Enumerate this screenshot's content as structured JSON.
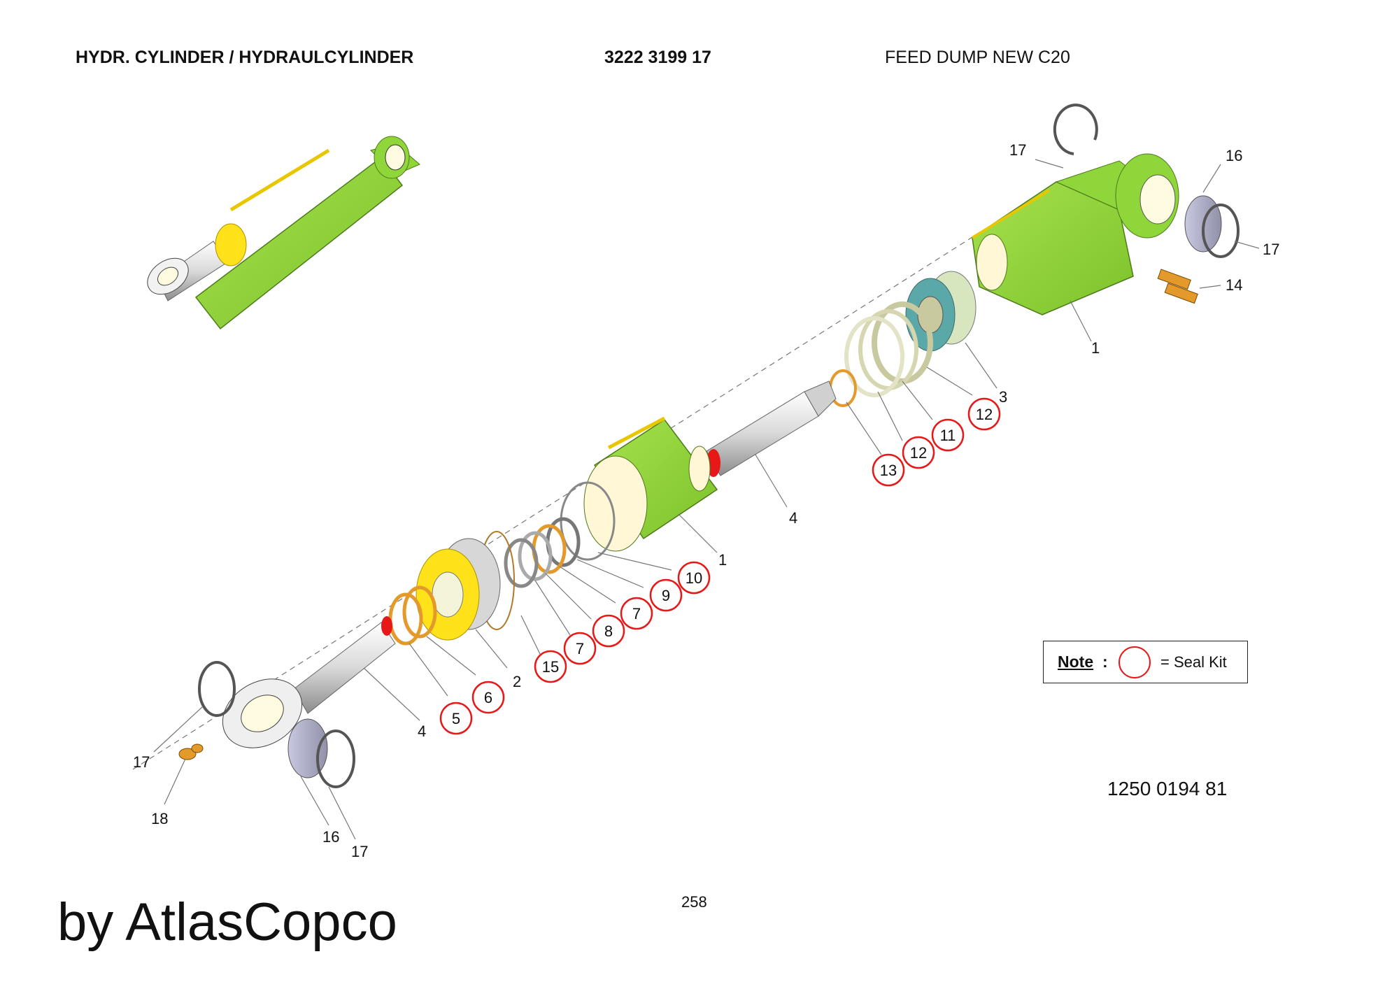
{
  "header": {
    "title": "HYDR. CYLINDER / HYDRAULCYLINDER",
    "part_number": "3222 3199 17",
    "subtitle": "FEED DUMP NEW C20"
  },
  "callouts": {
    "c1a": "1",
    "c1b": "1",
    "c2": "2",
    "c3": "3",
    "c4a": "4",
    "c4b": "4",
    "c5": "5",
    "c6": "6",
    "c7a": "7",
    "c7b": "7",
    "c8": "8",
    "c9": "9",
    "c10": "10",
    "c11": "11",
    "c12a": "12",
    "c12b": "12",
    "c13": "13",
    "c14": "14",
    "c15": "15",
    "c16a": "16",
    "c16b": "16",
    "c17a": "17",
    "c17b": "17",
    "c17c": "17",
    "c17d": "17",
    "c18": "18"
  },
  "note": {
    "label": "Note",
    "colon": ":",
    "text": "= Seal Kit"
  },
  "document_number": "1250 0194 81",
  "page_number": "258",
  "brand": "by AtlasCopco",
  "colors": {
    "cylinder_green": "#8fd63b",
    "seal_kit_red": "#e81818",
    "orange_ring": "#e39a2a",
    "yellow_gland": "#ffe21a"
  }
}
